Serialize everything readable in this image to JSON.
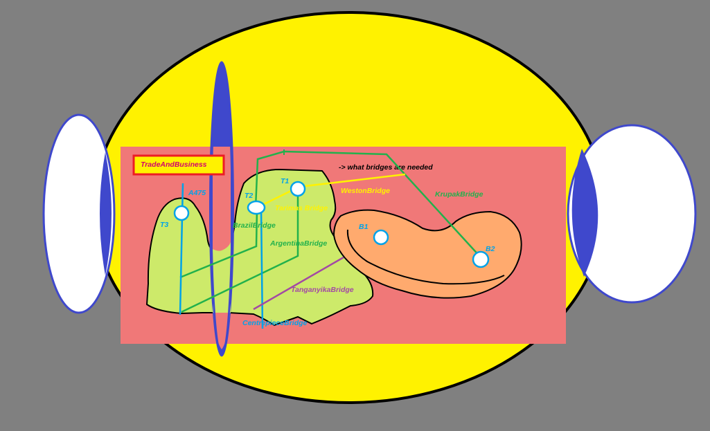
{
  "title": "TradeAndBusiness",
  "note": "-> what bridges are needed",
  "colors": {
    "background": "#808080",
    "outer_ellipse": "#FFF200",
    "panel": "#F07878",
    "land_green": "#CDEA6A",
    "land_orange": "#FFAA6E",
    "blue": "#3F48CC",
    "title_text": "#D0006F",
    "green_line": "#22B14C",
    "yellow_line": "#FFF200",
    "cyan_line": "#00A2E8",
    "purple_line": "#A349A4"
  },
  "nodes": {
    "t1": "T1",
    "t2": "T2",
    "t3": "T3",
    "b1": "B1",
    "b2": "B2",
    "a475": "A475"
  },
  "bridges": {
    "weston": "WestonBridge",
    "krupak": "KrupakBridge",
    "tarimas": "Tarimas Bridge",
    "brazil": "BrazilBridge",
    "argentina": "ArgentinaBridge",
    "tanganyika": "TanganyikaBridge",
    "centrepiece": "CentrepieceBridge"
  }
}
